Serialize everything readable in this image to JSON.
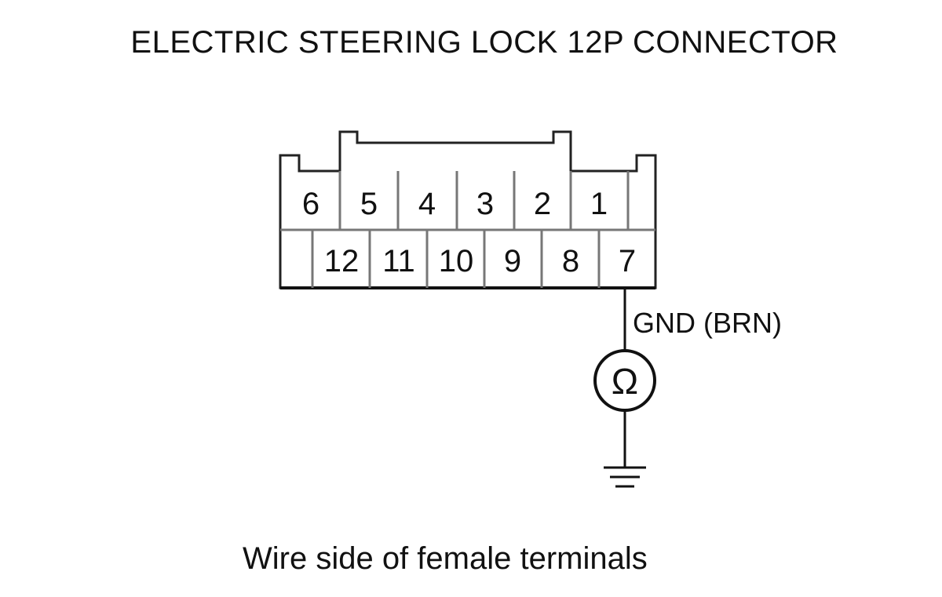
{
  "title": "ELECTRIC STEERING LOCK 12P CONNECTOR",
  "caption": "Wire side of female terminals",
  "connector": {
    "top_row": [
      "6",
      "5",
      "4",
      "3",
      "2",
      "1"
    ],
    "bottom_row": [
      "12",
      "11",
      "10",
      "9",
      "8",
      "7"
    ]
  },
  "wire_label": "GND (BRN)",
  "meter_symbol": "Ω",
  "icons": {
    "meter": "ohmmeter-icon",
    "ground": "ground-icon"
  },
  "colors": {
    "line": "#111111",
    "cell_border": "#888888"
  }
}
